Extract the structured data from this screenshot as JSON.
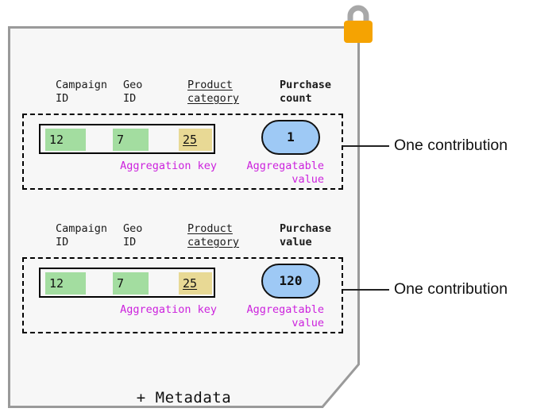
{
  "document": {
    "lock_icon": "padlock-icon",
    "metadata_label": "+ Metadata"
  },
  "colors": {
    "key_cell_green": "#a3ddA0",
    "key_cell_yellow": "#e8d995",
    "value_pill_blue": "#9ec9f5",
    "caption_magenta": "#cc22dd",
    "lock_body_orange": "#f5a302",
    "lock_shackle_gray": "#a8a8a8",
    "card_fill": "#f7f7f7"
  },
  "contributions": [
    {
      "headers": {
        "campaign": "Campaign\nID",
        "geo": "Geo\nID",
        "product": "Product\ncategory",
        "value": "Purchase\ncount"
      },
      "key_cells": {
        "campaign_id": "12",
        "geo_id": "7",
        "product_category": "25"
      },
      "aggregatable_value": "1",
      "captions": {
        "key": "Aggregation key",
        "value": "Aggregatable value"
      },
      "annotation": "One contribution"
    },
    {
      "headers": {
        "campaign": "Campaign\nID",
        "geo": "Geo\nID",
        "product": "Product\ncategory",
        "value": "Purchase\nvalue"
      },
      "key_cells": {
        "campaign_id": "12",
        "geo_id": "7",
        "product_category": "25"
      },
      "aggregatable_value": "120",
      "captions": {
        "key": "Aggregation key",
        "value": "Aggregatable value"
      },
      "annotation": "One contribution"
    }
  ]
}
